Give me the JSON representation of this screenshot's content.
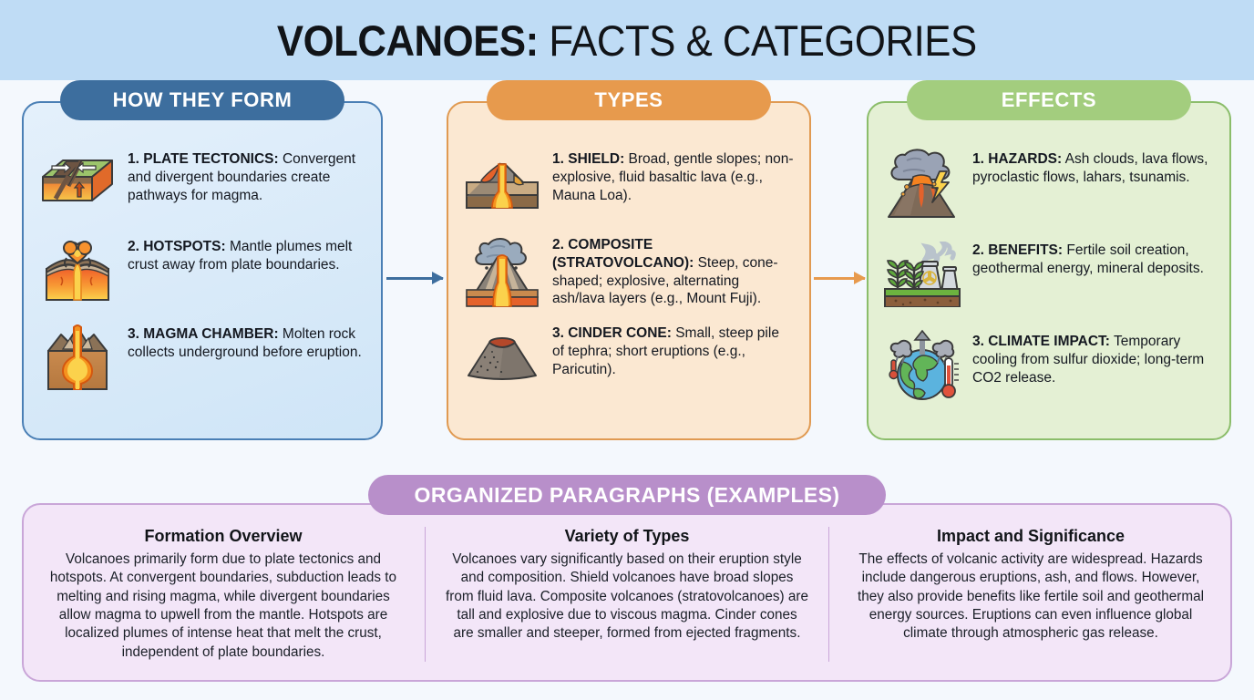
{
  "header": {
    "title_strong": "VOLCANOES:",
    "title_light": " FACTS & CATEGORIES"
  },
  "colors": {
    "band": "#bfdcf5",
    "blue_accent": "#3d6e9e",
    "orange_accent": "#e79a4d",
    "green_accent": "#a3cd7e",
    "purple_accent": "#b88fca",
    "blue_panel": "#cfe5f7",
    "orange_panel": "#fbe8d2",
    "green_panel": "#e4f0d4",
    "purple_panel": "#f3e6f8"
  },
  "columns": [
    {
      "id": "how-they-form",
      "heading": "HOW THEY FORM",
      "items": [
        {
          "icon": "plate-tectonics-icon",
          "label": "1. PLATE TECTONICS:",
          "text": " Convergent and divergent boundaries create pathways for magma."
        },
        {
          "icon": "hotspot-plume-icon",
          "label": "2. HOTSPOTS:",
          "text": " Mantle plumes melt crust away from plate boundaries."
        },
        {
          "icon": "magma-chamber-icon",
          "label": "3. MAGMA CHAMBER:",
          "text": " Molten rock collects underground before eruption."
        }
      ]
    },
    {
      "id": "types",
      "heading": "TYPES",
      "items": [
        {
          "icon": "shield-volcano-icon",
          "label": "1. SHIELD:",
          "text": " Broad, gentle slopes; non-explosive, fluid basaltic lava (e.g., Mauna Loa)."
        },
        {
          "icon": "composite-volcano-icon",
          "label": "2. COMPOSITE (STRATOVOLCANO):",
          "text": " Steep, cone-shaped; explosive, alternating ash/lava layers (e.g., Mount Fuji)."
        },
        {
          "icon": "cinder-cone-icon",
          "label": "3. CINDER CONE:",
          "text": " Small, steep pile of tephra; short eruptions (e.g., Paricutin)."
        }
      ]
    },
    {
      "id": "effects",
      "heading": "EFFECTS",
      "items": [
        {
          "icon": "erupting-volcano-lightning-icon",
          "label": "1. HAZARDS:",
          "text": " Ash clouds, lava flows, pyroclastic flows, lahars, tsunamis."
        },
        {
          "icon": "fertile-soil-geothermal-icon",
          "label": "2. BENEFITS:",
          "text": " Fertile soil creation, geothermal energy, mineral deposits."
        },
        {
          "icon": "climate-earth-thermometer-icon",
          "label": "3. CLIMATE IMPACT:",
          "text": " Temporary cooling from sulfur dioxide; long-term CO2 release."
        }
      ]
    }
  ],
  "bottom": {
    "heading": "ORGANIZED PARAGRAPHS (EXAMPLES)",
    "paragraphs": [
      {
        "title": "Formation Overview",
        "body": "Volcanoes primarily form due to plate tectonics and hotspots. At convergent boundaries, subduction leads to melting and rising magma, while divergent boundaries allow magma to upwell from the mantle. Hotspots are localized plumes of intense heat that melt the crust, independent of plate boundaries."
      },
      {
        "title": "Variety of Types",
        "body": "Volcanoes vary significantly based on their eruption style and composition. Shield volcanoes have broad slopes from fluid lava. Composite volcanoes (stratovolcanoes) are tall and explosive due to viscous magma. Cinder cones are smaller and steeper, formed from ejected fragments."
      },
      {
        "title": "Impact and Significance",
        "body": "The effects of volcanic activity are widespread. Hazards include dangerous eruptions, ash, and flows. However, they also provide benefits like fertile soil and geothermal energy sources. Eruptions can even influence global climate through atmospheric gas release."
      }
    ]
  }
}
